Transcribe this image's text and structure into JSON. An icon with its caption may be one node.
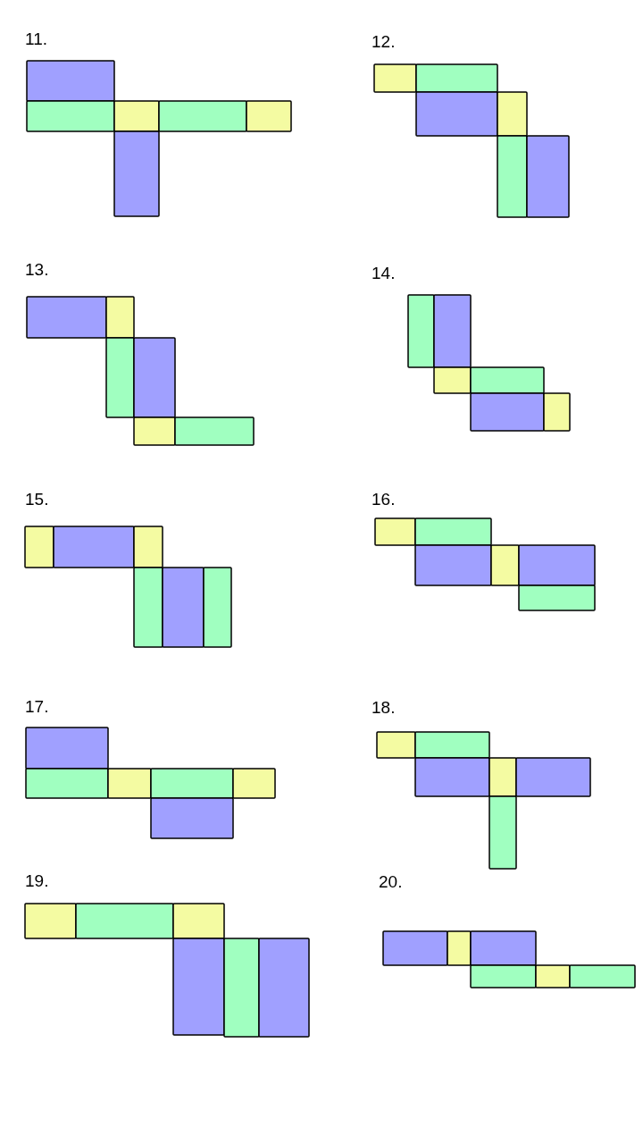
{
  "diagram": {
    "labels": [
      "11.",
      "12.",
      "13.",
      "14.",
      "15.",
      "16.",
      "17.",
      "18.",
      "19.",
      "20."
    ]
  }
}
